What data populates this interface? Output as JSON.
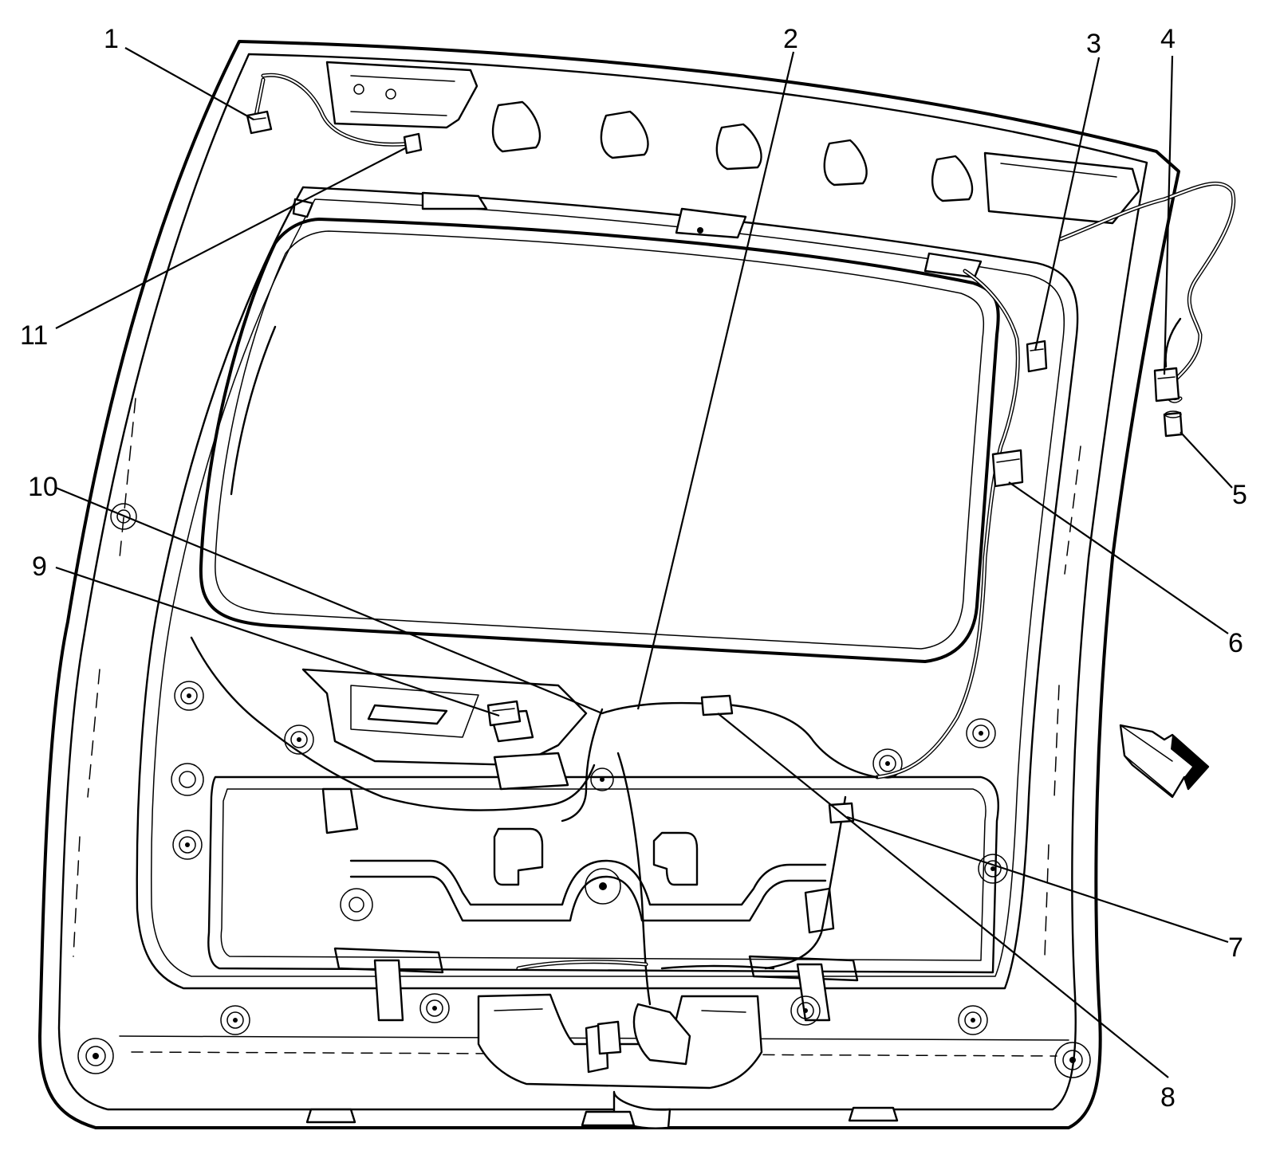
{
  "diagram": {
    "callouts": [
      "1",
      "2",
      "3",
      "4",
      "5",
      "6",
      "7",
      "8",
      "9",
      "10",
      "11"
    ]
  },
  "icons": {
    "direction_arrow": "forward-arrow-icon"
  }
}
